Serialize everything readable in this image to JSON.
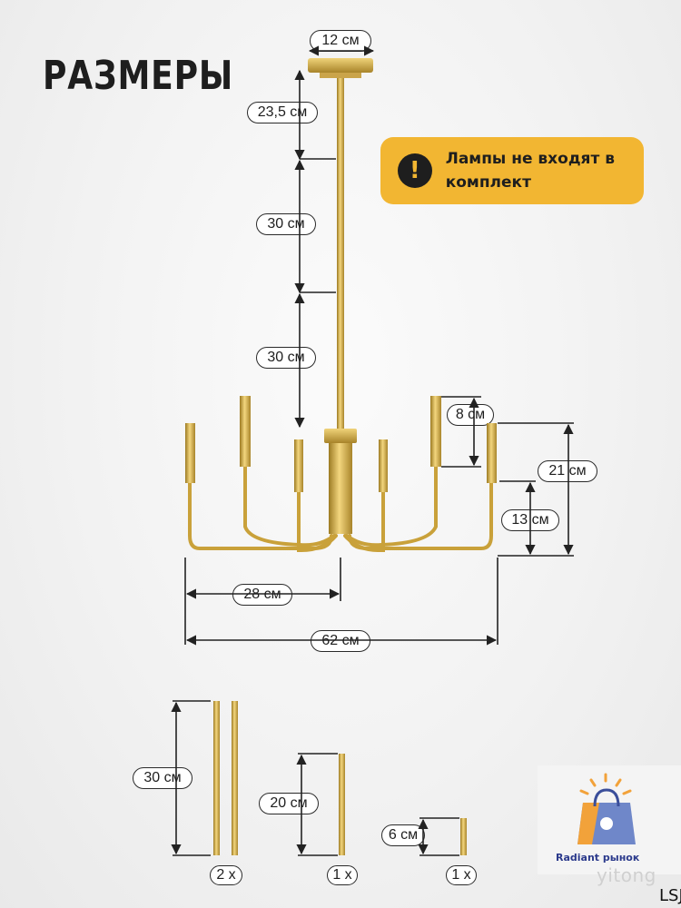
{
  "title": "РАЗМЕРЫ",
  "notice": {
    "icon": "exclamation-icon",
    "glyph": "!",
    "text": "Лампы не входят в комплект"
  },
  "dimensions": {
    "canopy_width": "12 см",
    "top_rod": "23,5 см",
    "rod_1": "30 см",
    "rod_2": "30 см",
    "socket_height": "8 см",
    "arm_height": "21 см",
    "socket_offset": "13 см",
    "half_width": "28 см",
    "full_width": "62 см"
  },
  "extension_rods": [
    {
      "length": "30 см",
      "quantity": "2 x"
    },
    {
      "length": "20 см",
      "quantity": "1 x"
    },
    {
      "length": "6 см",
      "quantity": "1 x"
    }
  ],
  "brand": {
    "caption": "Radiant рынок",
    "icon": "shopping-bag-icon"
  },
  "watermarks": {
    "yitong": "yitong",
    "lsj": "LSJ"
  },
  "colors": {
    "accent": "#f2b632",
    "gold": "#c9a13a",
    "text": "#1e1e1e"
  }
}
